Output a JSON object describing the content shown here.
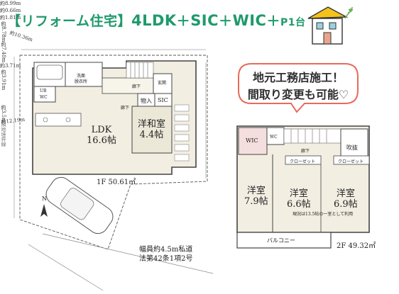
{
  "headline": {
    "bracket_open": "【",
    "type_word": "リフォーム住宅",
    "bracket_close": "】",
    "layout": "4LDK",
    "plus1": "＋",
    "sic": "SIC",
    "plus2": "＋",
    "wic": "WIC",
    "plus3": "＋",
    "parking": "P1台",
    "color_bracket": "#1f9a6b",
    "color_text": "#1f9a6b"
  },
  "bubble": {
    "line1": "地元工務店施工！",
    "line2": "間取り変更も可能♡",
    "color_accent": "#e86a5a"
  },
  "floor1": {
    "rooms": {
      "ldk_name": "LDK",
      "ldk_size": "16.6帖",
      "japanese_room_name": "洋和室",
      "japanese_room_size": "4.4帖",
      "washroom_line1": "洗面",
      "washroom_line2": "脱衣所",
      "ub": "UB",
      "wc": "WC",
      "storage": "物入",
      "sic": "SIC",
      "hall": "廊下",
      "entrance": "玄関",
      "hall2": "廊下"
    },
    "dimensions": {
      "top": "約8.99m",
      "top_right": "約0.66m",
      "top_right2": "約1.81m",
      "left": "約8.78m",
      "right": "約7.40m",
      "bottom": "約3.71m",
      "bottom_right": "約3.91m",
      "diag_bottom": "約10.36m",
      "diag_bottom2": "約12.19m",
      "gap_right": "約3.5m"
    },
    "labels": {
      "area": "1F  50.61㎡",
      "road_line1": "幅員約4.5m私道",
      "road_line2": "法第42条1項2号",
      "north": "N"
    },
    "boundary_note": "隣地境界線"
  },
  "floor2": {
    "rooms": {
      "wic": "WIC",
      "hall": "廊下",
      "wc": "WC",
      "stairwell": "吹抜",
      "western1_name": "洋室",
      "western1_size": "7.9帖",
      "western2_name": "洋室",
      "western2_size": "6.6帖",
      "western3_name": "洋室",
      "western3_size": "6.9帖",
      "closet1": "クローゼット",
      "closet2": "クローゼット",
      "balcony": "バルコニー",
      "note": "現況は13.5帖の一室として利用"
    },
    "labels": {
      "area": "2F  49.32㎡"
    }
  },
  "colors": {
    "floor_fill": "#f2eee2",
    "tatami": "#ece8d8",
    "wic_fill": "#f5dede",
    "stroke": "#444444",
    "bubble_stroke": "#e86a5a"
  },
  "icon": "house-icon"
}
